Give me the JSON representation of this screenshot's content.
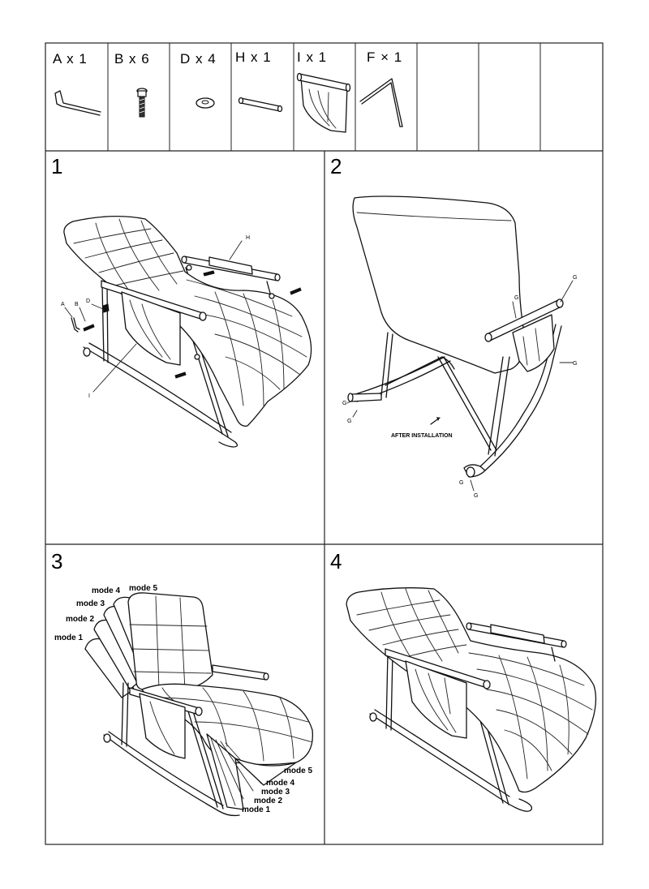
{
  "parts": [
    {
      "letter_qty": "A x 1",
      "icon": "allen-key-icon"
    },
    {
      "letter_qty": "B x 6",
      "icon": "bolt-icon"
    },
    {
      "letter_qty": "D x 4",
      "icon": "washer-icon"
    },
    {
      "letter_qty": "H x 1",
      "icon": "armrest-tube-icon"
    },
    {
      "letter_qty": "I x 1",
      "icon": "side-pocket-icon"
    },
    {
      "letter_qty": "F × 1",
      "icon": "bent-wrench-icon"
    },
    {
      "letter_qty": "",
      "icon": ""
    },
    {
      "letter_qty": "",
      "icon": ""
    },
    {
      "letter_qty": "",
      "icon": ""
    }
  ],
  "steps": [
    {
      "number": "1",
      "callouts": {
        "h": "H",
        "d": "D",
        "a": "A",
        "b": "B",
        "i": "I"
      }
    },
    {
      "number": "2",
      "callouts": {
        "g": "G"
      },
      "note": "AFTER INSTALLATION"
    },
    {
      "number": "3",
      "modes_back": [
        "mode 1",
        "mode 2",
        "mode 3",
        "mode 4",
        "mode 5"
      ],
      "modes_leg": [
        "mode 5",
        "mode 4",
        "mode 3",
        "mode 2",
        "mode 1"
      ]
    },
    {
      "number": "4"
    }
  ]
}
